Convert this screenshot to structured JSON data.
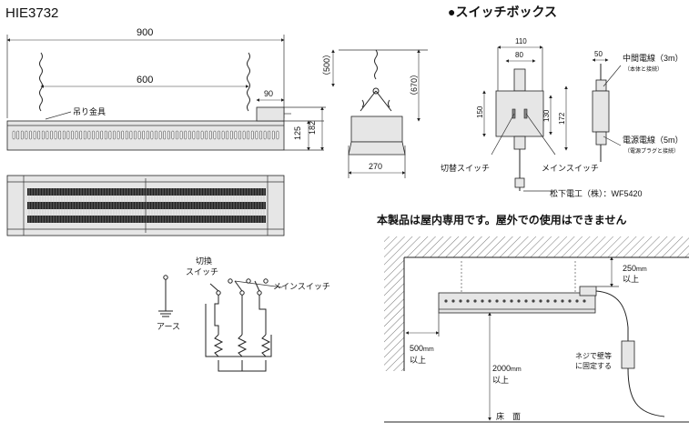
{
  "model": "HIE3732",
  "switchbox": {
    "title": "●スイッチボックス",
    "dim_110": "110",
    "dim_80": "80",
    "dim_150": "150",
    "dim_130": "130",
    "dim_172": "172",
    "dim_50": "50",
    "middle_cable": "中間電線（3m）",
    "middle_cable_note": "（本体と接続）",
    "power_cable": "電源電線（5m）",
    "power_cable_note": "（電源プラグと接続）",
    "changeover_switch": "切替スイッチ",
    "main_switch": "メインスイッチ",
    "maker": "松下電工（株）：WF5420"
  },
  "front_view": {
    "dim_900": "900",
    "dim_600": "600",
    "dim_90": "90",
    "dim_125": "125",
    "dim_182": "182",
    "hanger": "吊り金具"
  },
  "side_view": {
    "dim_500": "（500）",
    "dim_670": "（670）",
    "dim_270": "270"
  },
  "wiring": {
    "changeover": "切換",
    "switch": "スイッチ",
    "main_switch": "メインスイッチ",
    "earth": "アース"
  },
  "install": {
    "notice": "本製品は屋内専用です。屋外での使用はできません",
    "dim_250": "250",
    "dim_250_unit": "mm",
    "above": "以上",
    "dim_500": "500",
    "dim_500_unit": "mm",
    "above2": "以上",
    "dim_2000": "2000",
    "dim_2000_unit": "mm",
    "above3": "以上",
    "screw_note_1": "ネジで壁等",
    "screw_note_2": "に固定する",
    "floor": "床　面"
  }
}
